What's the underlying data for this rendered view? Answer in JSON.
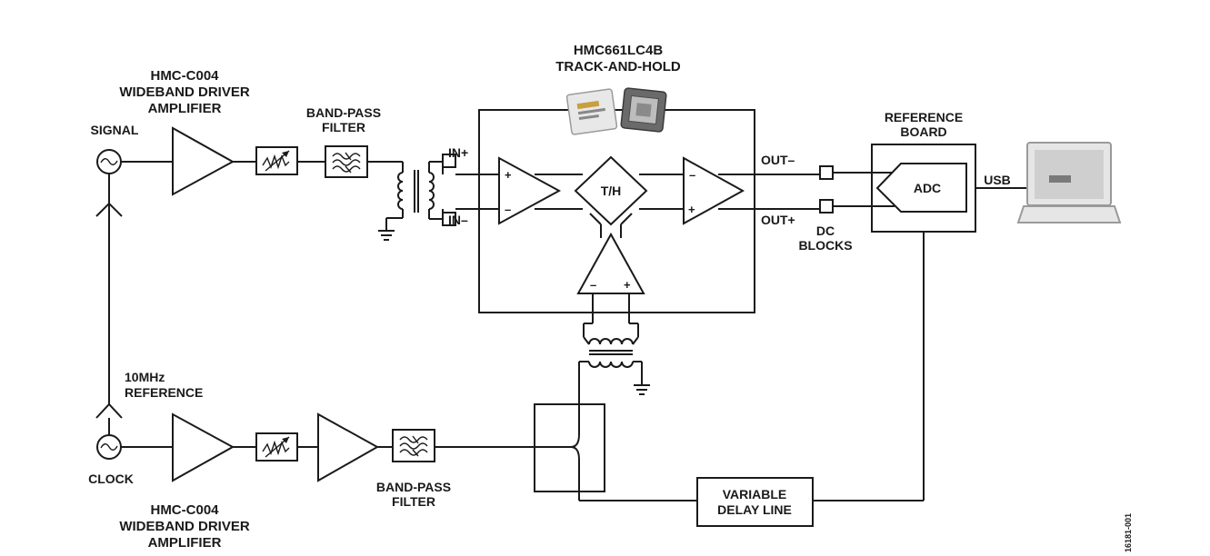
{
  "top_chip": {
    "part": "HMC661LC4B",
    "function": "TRACK-AND-HOLD"
  },
  "signal_amp": {
    "line1": "HMC-C004",
    "line2": "WIDEBAND DRIVER",
    "line3": "AMPLIFIER"
  },
  "clock_amp": {
    "line1": "HMC-C004",
    "line2": "WIDEBAND DRIVER",
    "line3": "AMPLIFIER"
  },
  "signal_label": "SIGNAL",
  "clock_label": "CLOCK",
  "reference": {
    "line1": "10MHz",
    "line2": "REFERENCE"
  },
  "top_filter": {
    "line1": "BAND-PASS",
    "line2": "FILTER"
  },
  "bottom_filter": {
    "line1": "BAND-PASS",
    "line2": "FILTER"
  },
  "in_plus": "IN+",
  "in_minus": "IN–",
  "out_minus": "OUT–",
  "out_plus": "OUT+",
  "th_label": "T/H",
  "plus_sign": "+",
  "minus_sign": "–",
  "dc_blocks": {
    "line1": "DC",
    "line2": "BLOCKS"
  },
  "ref_board": {
    "line1": "REFERENCE",
    "line2": "BOARD"
  },
  "adc_label": "ADC",
  "usb_label": "USB",
  "delay_line": {
    "line1": "VARIABLE",
    "line2": "DELAY LINE"
  },
  "figure_id": "16181-001"
}
